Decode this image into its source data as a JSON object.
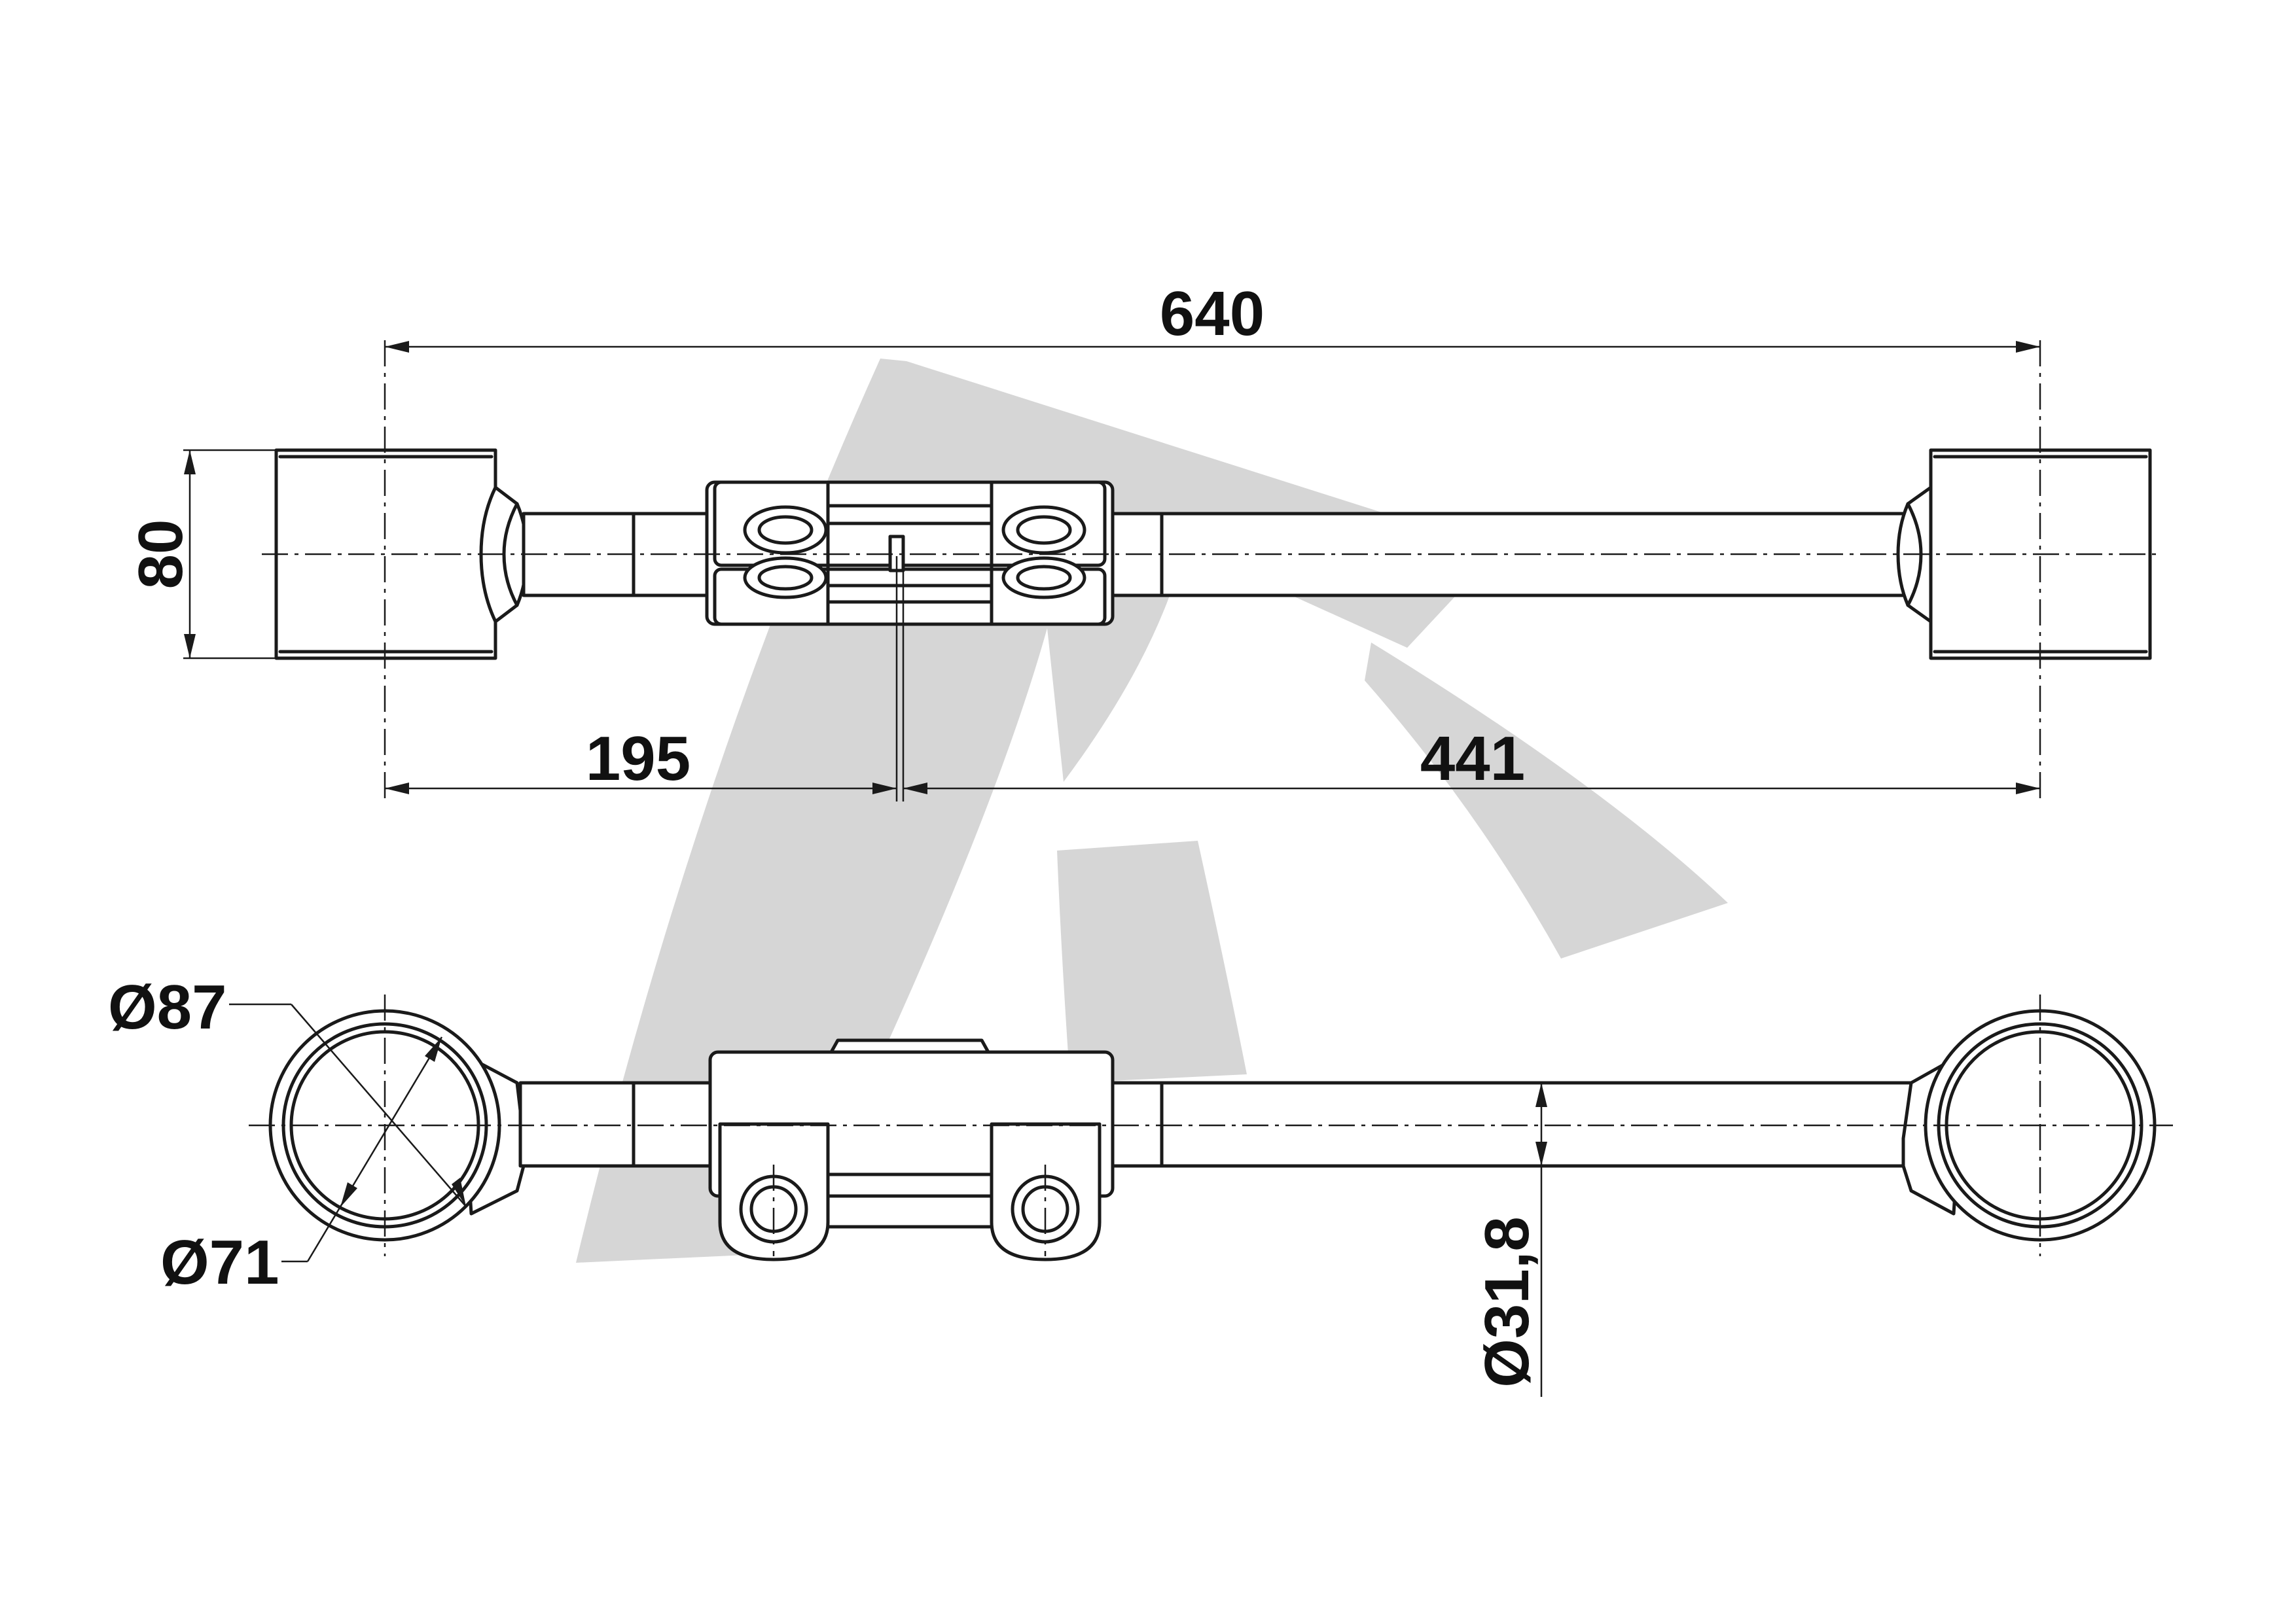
{
  "dimensions": {
    "overall_length": "640",
    "height": "80",
    "left_offset": "195",
    "right_offset": "441",
    "outer_diameter": "Ø87",
    "inner_diameter": "Ø71",
    "rod_diameter": "Ø31,8"
  },
  "colors": {
    "line": "#1a1a1a",
    "watermark": "#d6d6d6",
    "background": "#ffffff"
  },
  "icons": {
    "watermark": "brand-logo-watermark"
  }
}
